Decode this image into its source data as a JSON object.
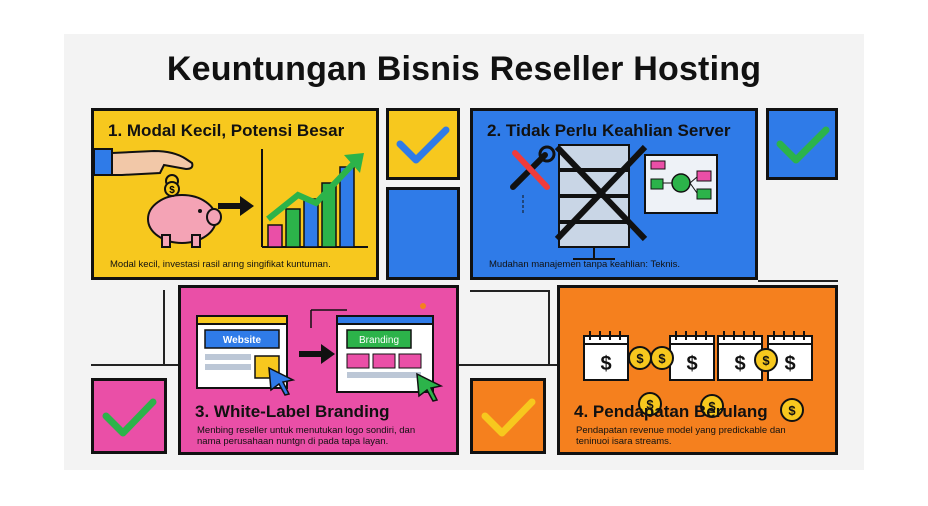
{
  "title": "Keuntungan Bisnis Reseller Hosting",
  "colors": {
    "yellow": "#f7c81e",
    "blue": "#2f7be8",
    "pink": "#ea4fa7",
    "orange": "#f5801e",
    "check_blue": "#2f7be8",
    "check_green": "#2cb34a",
    "check_orange": "#f5801e",
    "ink": "#111111"
  },
  "panels": [
    {
      "heading": "1. Modal Kecil, Potensi Besar",
      "description": "Modal kecil, investasi rasil arıng singifikat kuntuman.",
      "icons": [
        "hand-coin-icon",
        "piggy-bank-icon",
        "arrow-right-icon",
        "growth-chart-icon"
      ]
    },
    {
      "heading": "2. Tidak Perlu Keahlian Server",
      "description": "Mudahan manajemen tanpa keahlian: Teknis.",
      "icons": [
        "tools-icon",
        "server-rack-icon",
        "cross-icon",
        "dashboard-icon"
      ]
    },
    {
      "heading": "3. White-Label Branding",
      "description_lines": [
        "Menbing reseller untuk menutukan logo sondiri, dan",
        "nama perusahaan nuntgn di pada tapa layan."
      ],
      "website_label": "Website",
      "branding_label": "Branding",
      "icons": [
        "browser-window-icon",
        "cursor-icon",
        "arrow-right-icon",
        "branding-window-icon"
      ]
    },
    {
      "heading": "4. Pendapatan Berulang",
      "description_lines": [
        "Pendapatan revenue model yang predickable dan",
        "teninuoi isara streams."
      ],
      "icons": [
        "calendar-dollar-icon",
        "coin-icon"
      ]
    }
  ],
  "checkboxes": [
    {
      "name": "check-top-middle",
      "mark_color": "#2f7be8"
    },
    {
      "name": "check-top-right",
      "mark_color": "#2cb34a"
    },
    {
      "name": "check-bottom-left",
      "mark_color": "#2cb34a"
    },
    {
      "name": "check-bottom-middle",
      "mark_color": "#f5801e"
    }
  ],
  "dollar_symbol": "$"
}
